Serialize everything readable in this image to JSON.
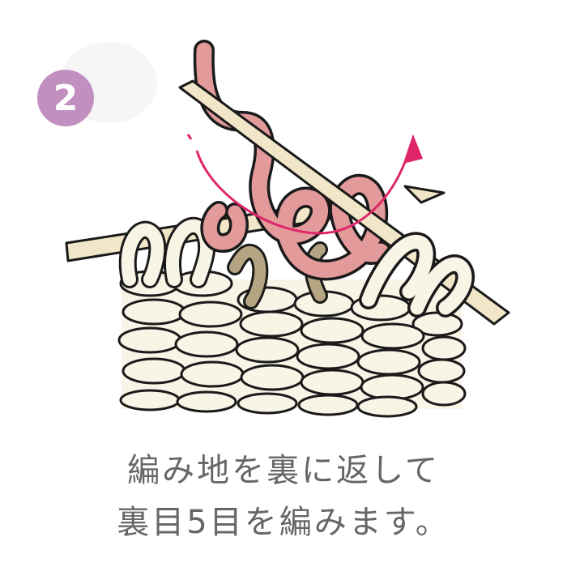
{
  "step": {
    "number": "2"
  },
  "colors": {
    "badge": "#c18fc0",
    "fabric_yarn": "#f8f4e6",
    "working_yarn": "#e39a9a",
    "tail_yarn": "#b6a582",
    "needle": "#f1e6c8",
    "arrow": "#e0266a",
    "text": "#666666"
  },
  "caption": {
    "line1": "編み地を裏に返して",
    "line2": "裏目5目を編みます。"
  },
  "icons": {
    "arrow": "curved-arrow-icon",
    "needle": "knitting-needle-icon"
  }
}
